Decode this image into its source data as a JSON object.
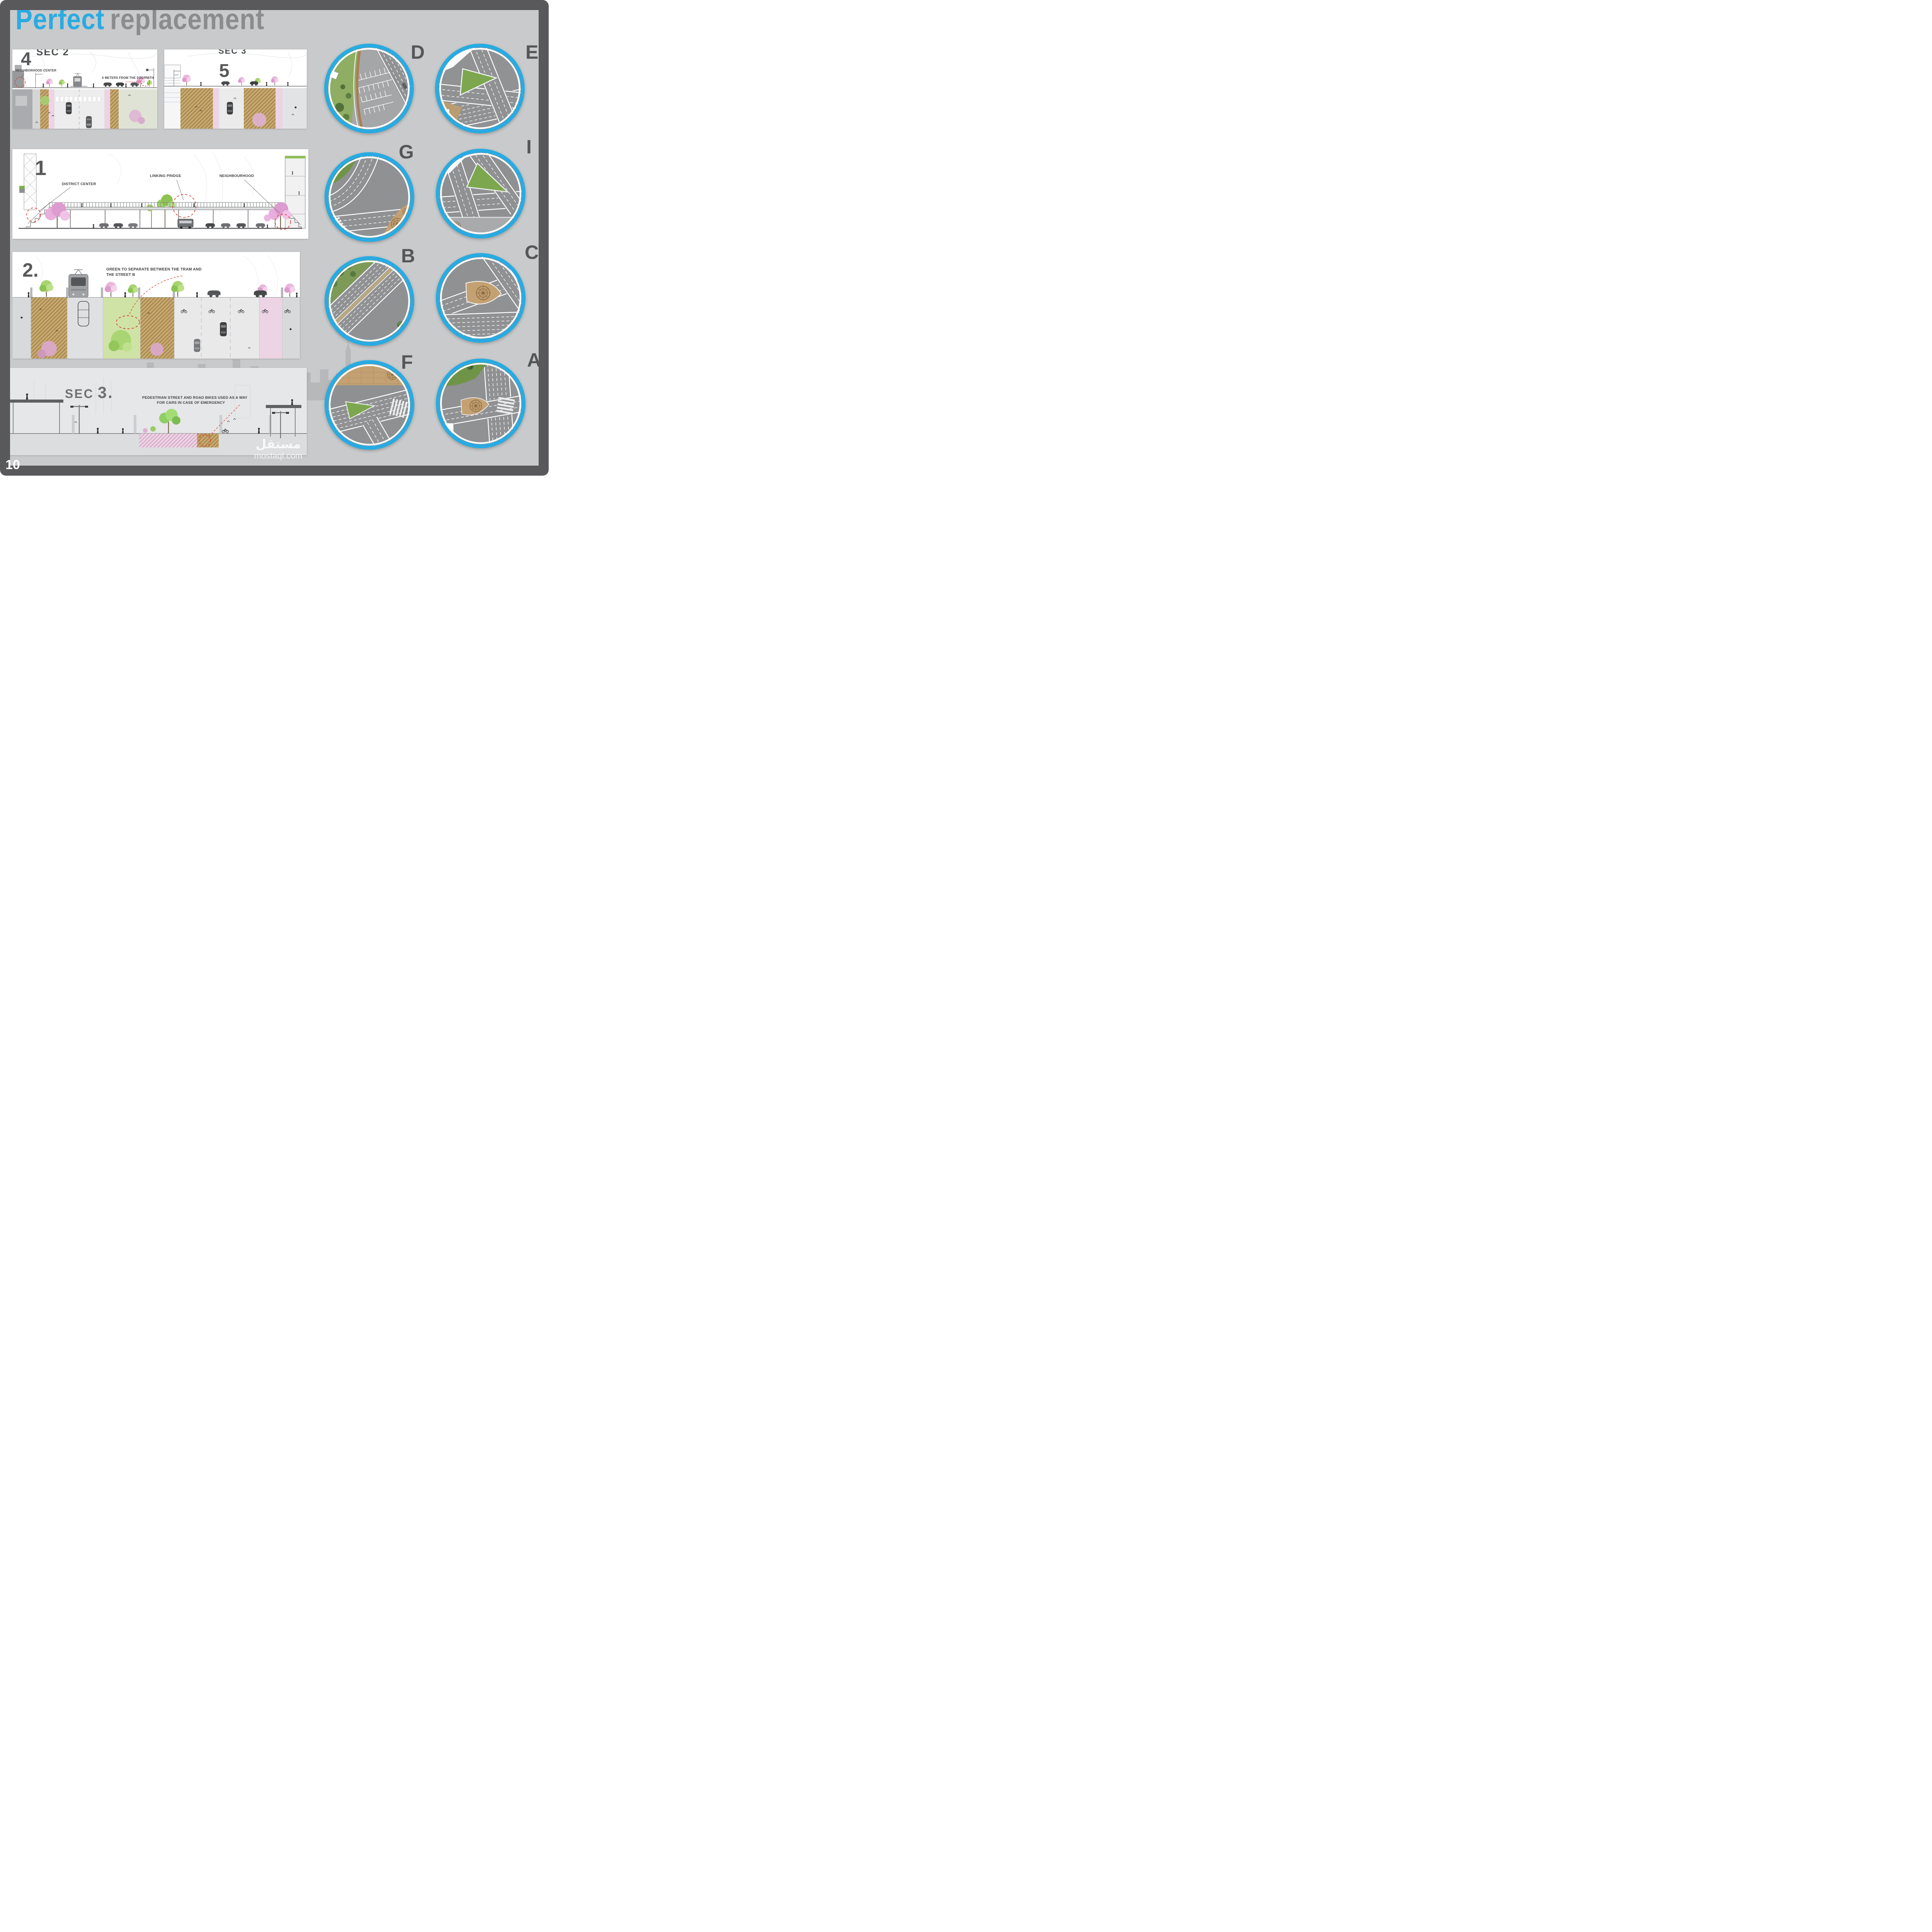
{
  "board": {
    "title": {
      "highlight": "Perfect",
      "rest": "replacement"
    },
    "page_number": "10",
    "watermark": {
      "arabic": "مستقل",
      "latin": "mostaql.com"
    },
    "colors": {
      "accent_cyan": "#29abe2",
      "frame_gray": "#59595c",
      "background_gray": "#c9cacb",
      "title_gray": "#8a8c8e",
      "annotation_red": "#d93a2c"
    }
  },
  "panels": {
    "p4": {
      "number": "4",
      "heading": "SEC 2",
      "ann_center": "NEIGHBORHOOD CENTER",
      "ann_footpath": "6 METERS FROM THE FOOTPATH"
    },
    "p5": {
      "number": "5",
      "heading": "SEC 3"
    },
    "p1": {
      "number": "1",
      "label_district": "DISTRICT CENTER",
      "label_bridge": "LINKING PRIDGE",
      "label_neighbourhood": "NEIGHBOURHOOD"
    },
    "p2": {
      "number": "2.",
      "annotation_line1": "GREEN TO SEPARATE BETWEEN THE TRAM AND",
      "annotation_line2": "THE STREET B"
    },
    "p3": {
      "heading_sec": "SEC",
      "heading_num": "3.",
      "annotation_line1": "PEDESTRIAN STREET AND ROAD BIKES USED AS A WAY",
      "annotation_line2": "FOR CARS IN CASE OF EMERGENCY"
    }
  },
  "details": {
    "D": "D",
    "E": "E",
    "G": "G",
    "I": "I",
    "B": "B",
    "C": "C",
    "F": "F",
    "A": "A"
  }
}
